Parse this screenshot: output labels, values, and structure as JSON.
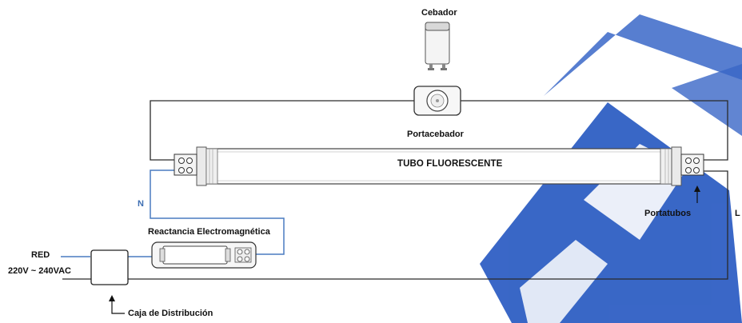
{
  "labels": {
    "starter": "Cebador",
    "starter_holder": "Portacebador",
    "tube": "TUBO FLUORESCENTE",
    "tube_holders": "Portatubos",
    "ballast": "Reactancia Electromagnética",
    "network": "RED",
    "voltage": "220V ~ 240VAC",
    "junction_box": "Caja de Distribución",
    "neutral": "N",
    "line": "L"
  },
  "colors": {
    "wire": "#2a2a2a",
    "neutral_wire": "#4a7cc0",
    "watermark": "#2f5fc4"
  },
  "icons": [
    "starter-icon",
    "starter-holder-icon",
    "tube-holder-icon",
    "ballast-icon",
    "junction-box-icon",
    "arrow-up-icon"
  ]
}
